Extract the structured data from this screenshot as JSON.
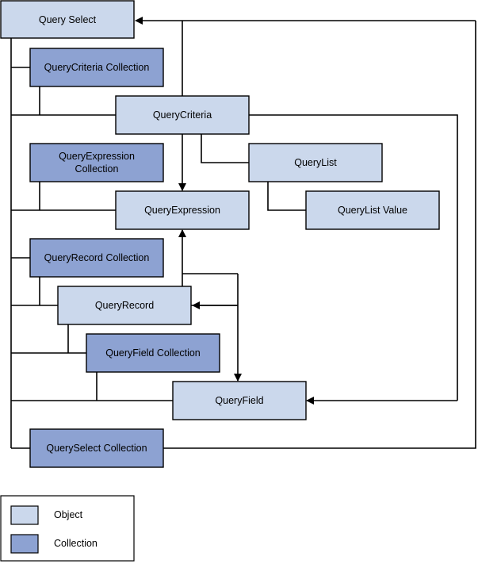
{
  "colors": {
    "object_fill": "#cbd8ec",
    "collection_fill": "#8da2d2",
    "border": "#000000",
    "line": "#000000",
    "background": "#ffffff"
  },
  "nodes": {
    "query_select": {
      "label": "Query Select",
      "kind": "object"
    },
    "querycriteria_collection": {
      "label": "QueryCriteria Collection",
      "kind": "collection"
    },
    "querycriteria": {
      "label": "QueryCriteria",
      "kind": "object"
    },
    "queryexpression_collection": {
      "label_line1": "QueryExpression",
      "label_line2": "Collection",
      "kind": "collection"
    },
    "querylist": {
      "label": "QueryList",
      "kind": "object"
    },
    "queryexpression": {
      "label": "QueryExpression",
      "kind": "object"
    },
    "querylist_value": {
      "label": "QueryList Value",
      "kind": "object"
    },
    "queryrecord_collection": {
      "label": "QueryRecord Collection",
      "kind": "collection"
    },
    "queryrecord": {
      "label": "QueryRecord",
      "kind": "object"
    },
    "queryfield_collection": {
      "label": "QueryField Collection",
      "kind": "collection"
    },
    "queryfield": {
      "label": "QueryField",
      "kind": "object"
    },
    "queryselect_collection": {
      "label": "QuerySelect Collection",
      "kind": "collection"
    }
  },
  "legend": {
    "object_label": "Object",
    "collection_label": "Collection"
  }
}
